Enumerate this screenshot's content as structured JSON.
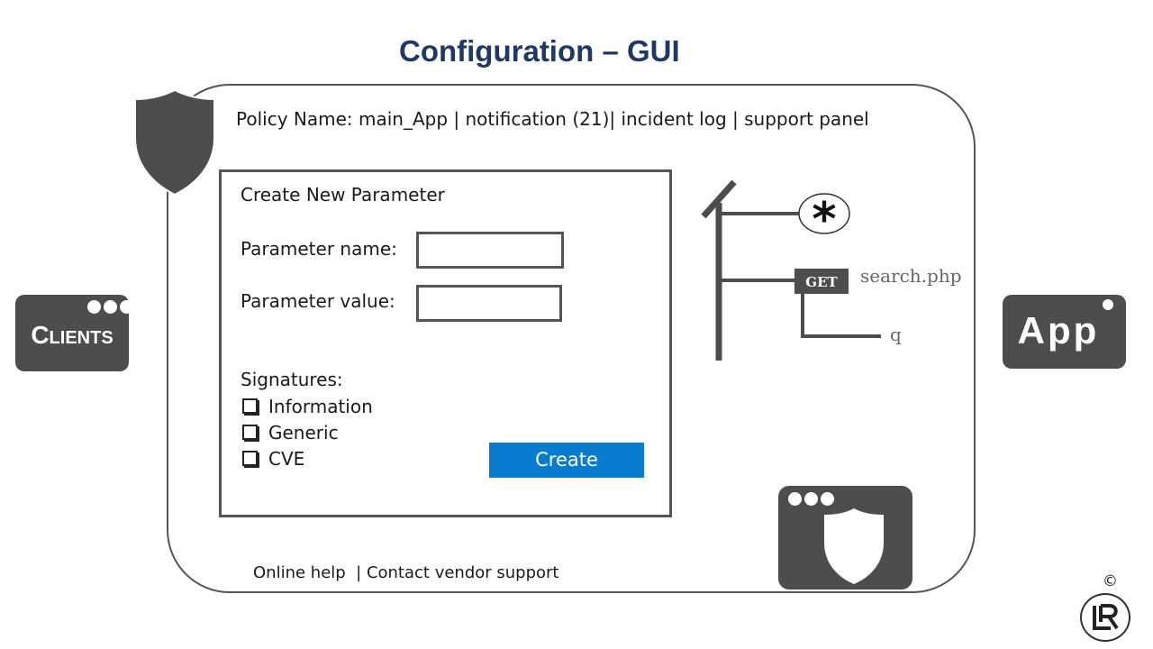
{
  "title": "Configuration – GUI",
  "navbar": {
    "policy": "Policy Name: main_App",
    "sep1": " | ",
    "notification": "notification (21)",
    "sep2": "| ",
    "incident": "incident log",
    "sep3": " | ",
    "support": "support panel"
  },
  "dialog": {
    "title": "Create New Parameter",
    "name_label": "Parameter name:",
    "name_value": "",
    "value_label": "Parameter value:",
    "value_value": "",
    "signatures_label": "Signatures:",
    "signatures": [
      "Information",
      "Generic",
      "CVE"
    ],
    "create_label": "Create"
  },
  "footer": {
    "help": "Online help",
    "sep": "  | ",
    "contact": "Contact vendor support"
  },
  "tree": {
    "wildcard": "*",
    "method": "GET",
    "file": "search.php",
    "param": "q"
  },
  "clients_label": "Clients",
  "app_label": "App",
  "copyright": "©",
  "logo_text": "LR",
  "colors": {
    "title": "#1f3864",
    "dark_box": "#4d4d4f",
    "button": "#0a7ccf"
  }
}
